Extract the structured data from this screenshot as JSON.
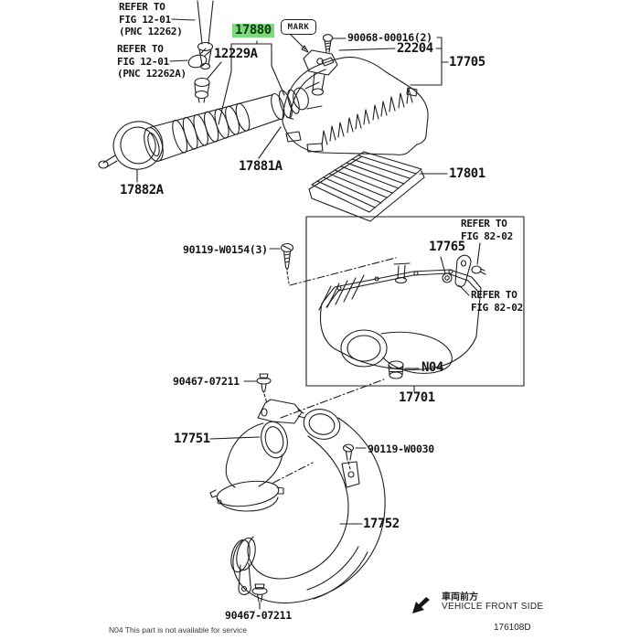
{
  "diagram": {
    "code": "176108D",
    "footer_note": "N04  This part is not available for service",
    "orientation": {
      "jp": "車両前方",
      "en": "VEHICLE FRONT SIDE"
    },
    "mark_tag": "MARK",
    "highlight_color": "#7cd97c",
    "line_color": "#1f1f1f"
  },
  "references": {
    "fig12_top": [
      "REFER TO",
      "FIG 12-01",
      "(PNC 12262)"
    ],
    "fig12_bottom": [
      "REFER TO",
      "FIG 12-01",
      "(PNC 12262A)"
    ],
    "fig82_upper": [
      "REFER TO",
      "FIG 82-02"
    ],
    "fig82_lower": [
      "REFER TO",
      "FIG 82-02"
    ]
  },
  "part_labels": {
    "hose_inlet_no2": "17880",
    "vent_hose_connector": "12229A",
    "maf_screw": "90068-00016(2)",
    "maf_meter": "22204",
    "cleaner_cap": "17705",
    "filter_element": "17801",
    "clamp_left": "17882A",
    "clamp_right": "17881A",
    "case_bolt": "90119-W0154(3)",
    "case_nut": "17765",
    "grommet": "N04",
    "cleaner_case": "17701",
    "inlet_clip_upper": "90467-07211",
    "inlet_no1": "17751",
    "duct_bolt": "90119-W0030",
    "inlet_duct_no2": "17752",
    "inlet_clip_lower": "90467-07211"
  }
}
